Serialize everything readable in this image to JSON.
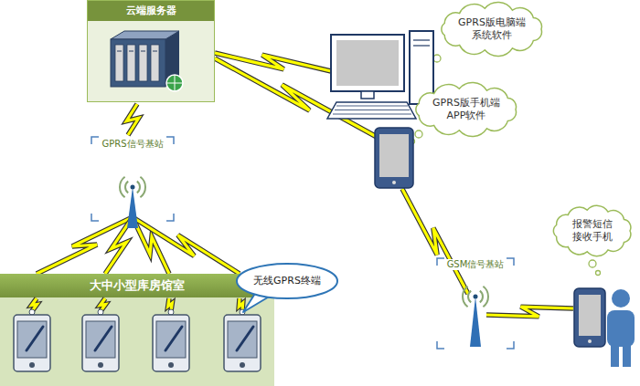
{
  "diagram": {
    "nodes": [
      {
        "text": [
          "云端服务器"
        ]
      },
      {
        "text": [
          "GPRS版电脑端 系统软件"
        ]
      },
      {
        "text": [
          "GPRS版手机端 APP软件"
        ]
      },
      {
        "text": [
          "大中小型库房馆室"
        ]
      },
      {
        "text": [
          "无线GPRS终端"
        ],
        "in": 3
      },
      {
        "text": [
          "报警短信 接收手机"
        ]
      }
    ],
    "labels": [
      "GPRS信号基站",
      "GSM信号基站"
    ]
  }
}
